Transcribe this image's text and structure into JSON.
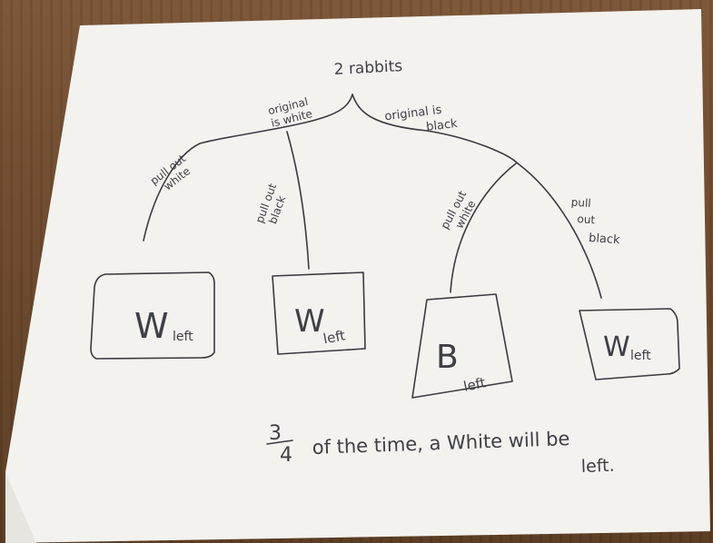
{
  "diagram": {
    "root": "2 rabbits",
    "branches": {
      "original_white_line1": "original",
      "original_white_line2": "is white",
      "original_black_line1": "original is",
      "original_black_line2": "black",
      "pull_out_white_1_line1": "pull out",
      "pull_out_white_1_line2": "white",
      "pull_out_black_1_line1": "pull out",
      "pull_out_black_1_line2": "black",
      "pull_out_white_2_line1": "pull out",
      "pull_out_white_2_line2": "white",
      "pull_out_black_2_line1": "pull",
      "pull_out_black_2_line2": "out",
      "pull_out_black_2_line3": "black"
    },
    "outcomes": [
      {
        "letter": "W",
        "sub": "left"
      },
      {
        "letter": "W",
        "sub": "left"
      },
      {
        "letter": "B",
        "sub": "left"
      },
      {
        "letter": "W",
        "sub": "left"
      }
    ],
    "conclusion": {
      "fraction_numerator": "3",
      "fraction_denominator": "4",
      "text_line1": "of the time, a White will be",
      "text_line2": "left."
    }
  },
  "colors": {
    "paper": "#f3f2ef",
    "ink": "#3a3a40",
    "wood": "#6b4a2e"
  }
}
